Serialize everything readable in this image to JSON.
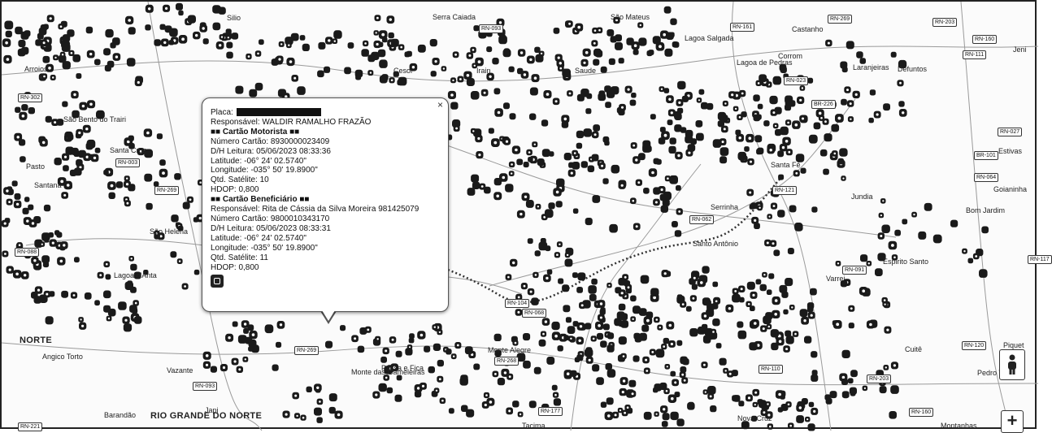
{
  "map": {
    "places": [
      {
        "name": "Silio",
        "size": "s"
      },
      {
        "name": "Serra Caiada",
        "size": "s"
      },
      {
        "name": "São Mateus",
        "size": "s"
      },
      {
        "name": "Lagoa Salgada",
        "size": "s"
      },
      {
        "name": "Castanho",
        "size": "s"
      },
      {
        "name": "Jeni",
        "size": "s"
      },
      {
        "name": "Laranjeiras",
        "size": "s"
      },
      {
        "name": "Defuntos",
        "size": "s"
      },
      {
        "name": "Corrom",
        "size": "s"
      },
      {
        "name": "Lagoa de Pedras",
        "size": "s"
      },
      {
        "name": "Cesol",
        "size": "s"
      },
      {
        "name": "Irain",
        "size": "s"
      },
      {
        "name": "Saude",
        "size": "s"
      },
      {
        "name": "Estivas",
        "size": "s"
      },
      {
        "name": "Goianinha",
        "size": "s"
      },
      {
        "name": "Bom Jardim",
        "size": "s"
      },
      {
        "name": "Jundia",
        "size": "s"
      },
      {
        "name": "Serrinha",
        "size": "s"
      },
      {
        "name": "Santo Antônio",
        "size": "s"
      },
      {
        "name": "Espirito Santo",
        "size": "s"
      },
      {
        "name": "Varrei",
        "size": "s"
      },
      {
        "name": "Cuitê",
        "size": "s"
      },
      {
        "name": "Piquet",
        "size": "s"
      },
      {
        "name": "Pedro Velho",
        "size": "s"
      },
      {
        "name": "Montanhas",
        "size": "s"
      },
      {
        "name": "Nova Cruz",
        "size": "s"
      },
      {
        "name": "Tacima",
        "size": "s"
      },
      {
        "name": "Passa e Fica",
        "size": "s"
      },
      {
        "name": "Monte das Gameleiras",
        "size": "s"
      },
      {
        "name": "Japi",
        "size": "s"
      },
      {
        "name": "RIO GRANDE DO NORTE",
        "size": "b"
      },
      {
        "name": "Barandão",
        "size": "s"
      },
      {
        "name": "Vazante",
        "size": "s"
      },
      {
        "name": "Angico Torto",
        "size": "s"
      },
      {
        "name": "NORTE",
        "size": "b"
      },
      {
        "name": "São Bento do Trairi",
        "size": "s"
      },
      {
        "name": "Santa Cruz",
        "size": "s"
      },
      {
        "name": "Pasto",
        "size": "s"
      },
      {
        "name": "Santana",
        "size": "s"
      },
      {
        "name": "São Helena",
        "size": "s"
      },
      {
        "name": "Lagoa d'Anta",
        "size": "s"
      },
      {
        "name": "Monte Alegre",
        "size": "s"
      },
      {
        "name": "Santa Fé",
        "size": "s"
      },
      {
        "name": "Arroios",
        "size": "s"
      }
    ],
    "roads": [
      "RN-093",
      "RN-161",
      "RN-269",
      "RN-203",
      "RN-160",
      "RN-111",
      "RN-023",
      "BR-226",
      "RN-027",
      "RN-003",
      "RN-269",
      "RN-064",
      "BR-101",
      "RN-062",
      "RN-121",
      "RN-068",
      "RN-104",
      "RN-091",
      "RN-203",
      "RN-160",
      "RN-120",
      "RN-110",
      "RN-268",
      "RN-269",
      "RN-093",
      "RN-221",
      "RN-177",
      "RN-088",
      "RN-302",
      "RN-117"
    ]
  },
  "popup": {
    "placa_label": "Placa:",
    "lines": [
      "Responsável: WALDIR RAMALHO FRAZÃO",
      "■■ Cartão Motorista ■■",
      "Número Cartão: 8930000023409",
      "D/H Leitura: 05/06/2023 08:33:36",
      "Latitude: -06° 24' 02.5740\"",
      "Longitude: -035° 50' 19.8900\"",
      "Qtd. Satélite: 10",
      "HDOP: 0,800",
      "■■ Cartão Beneficiário ■■",
      "Responsável: Rita de Cássia da Silva Moreira 981425079",
      "Número Cartão: 9800010343170",
      "D/H Leitura: 05/06/2023 08:33:31",
      "Latitude: -06° 24' 02.5740\"",
      "Longitude: -035° 50' 19.8900\"",
      "Qtd. Satélite: 11",
      "HDOP: 0,800"
    ],
    "close_glyph": "×"
  },
  "controls": {
    "zoom_in": "+",
    "pegman_icon": "pegman-icon"
  },
  "colors": {
    "marker": "#1a1a1a",
    "route": "#333333",
    "road": "#9a9a9a"
  }
}
